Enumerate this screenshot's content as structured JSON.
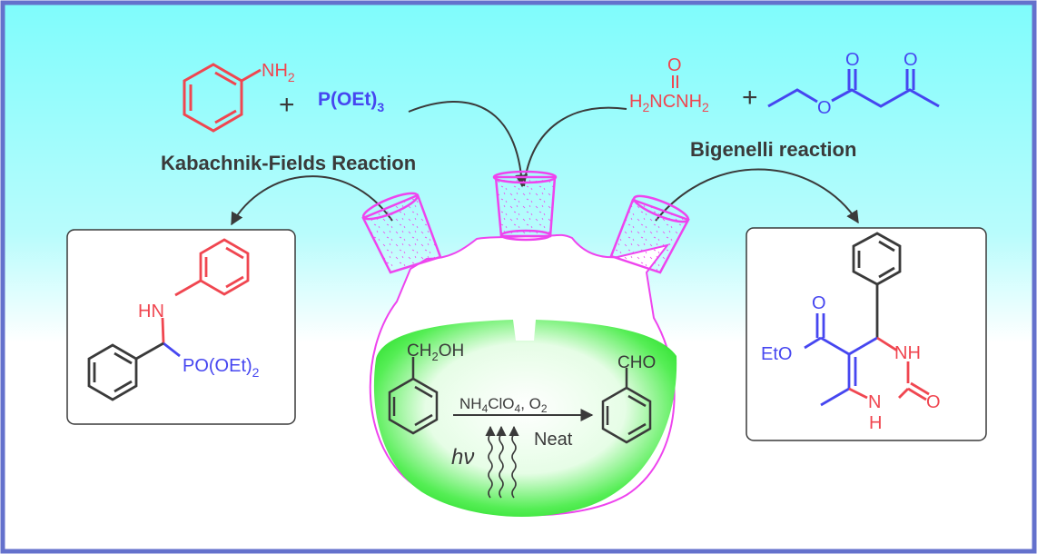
{
  "colors": {
    "frame": "#6471cc",
    "bg_top": "#7ffcfc",
    "bg_bottom": "#ffffff",
    "flask": "#ee44ee",
    "liquid": "#33e833",
    "red": "#f04650",
    "blue": "#4646f0",
    "dark": "#3a3a3a"
  },
  "reactants_left": {
    "aniline_label": "NH",
    "aniline_sub": "2",
    "plus": "+",
    "phosphite_label": "P(OEt)",
    "phosphite_sub": "3"
  },
  "reactants_right": {
    "urea_o": "O",
    "urea_h2n": "H",
    "urea_h2n_sub": "2",
    "urea_nc": "NCNH",
    "urea_end_sub": "2",
    "plus": "+",
    "ester_o1": "O",
    "ester_o2": "O",
    "ester_o3": "O"
  },
  "reactions": {
    "left_title": "Kabachnik-Fields Reaction",
    "right_title": "Bigenelli reaction"
  },
  "product_left": {
    "hn": "HN",
    "phos": "PO(OEt)",
    "phos_sub": "2"
  },
  "product_right": {
    "o_top": "O",
    "eto": "EtO",
    "nh_top": "NH",
    "n_bottom": "N",
    "h_bottom": "H",
    "o_right": "O"
  },
  "flask_reaction": {
    "reactant_group": "CH",
    "reactant_sub": "2",
    "reactant_tail": "OH",
    "reagent_a": "NH",
    "reagent_a_sub": "4",
    "reagent_b": "ClO",
    "reagent_b_sub": "4",
    "reagent_c": ", O",
    "reagent_c_sub": "2",
    "condition": "Neat",
    "light": "hν",
    "product_group": "CHO"
  }
}
